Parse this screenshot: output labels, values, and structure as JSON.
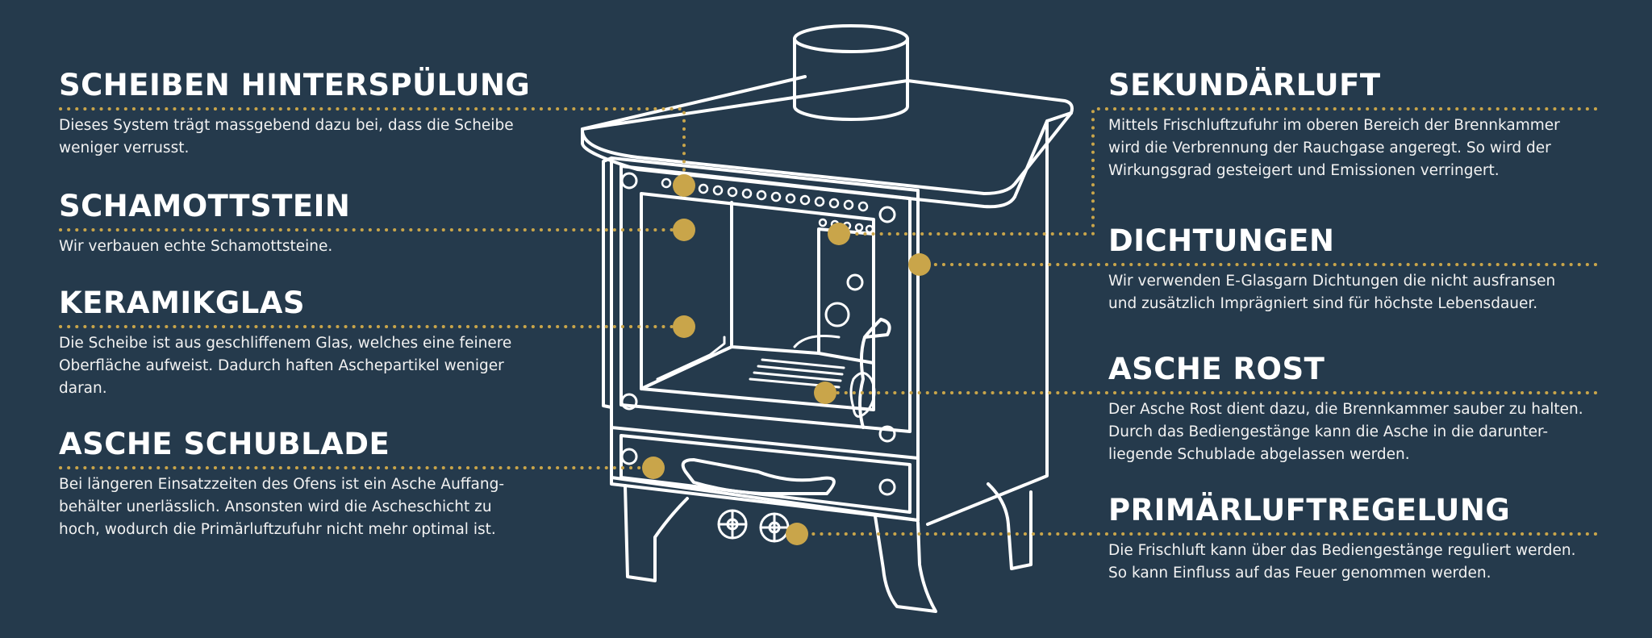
{
  "colors": {
    "background": "#253a4c",
    "line": "#ffffff",
    "accent": "#c9a54a"
  },
  "left_features": [
    {
      "title": "SCHEIBEN HINTERSPÜLUNG",
      "lines": [
        "Dieses System trägt massgebend dazu bei, dass die Scheibe",
        "weniger verrusst."
      ]
    },
    {
      "title": "SCHAMOTTSTEIN",
      "lines": [
        "Wir verbauen echte Schamottsteine."
      ]
    },
    {
      "title": "KERAMIKGLAS",
      "lines": [
        "Die Scheibe ist aus geschliffenem Glas, welches eine feinere",
        "Oberfläche aufweist. Dadurch haften Aschepartikel weniger",
        "daran."
      ]
    },
    {
      "title": "ASCHE SCHUBLADE",
      "lines": [
        "Bei längeren Einsatzzeiten des Ofens ist ein Asche Auffang-",
        "behälter unerlässlich. Ansonsten wird die Ascheschicht zu",
        "hoch, wodurch die Primärluftzufuhr nicht mehr optimal ist."
      ]
    }
  ],
  "right_features": [
    {
      "title": "SEKUNDÄRLUFT",
      "lines": [
        "Mittels Frischluftzufuhr im oberen Bereich der Brennkammer",
        "wird die Verbrennung der Rauchgase angeregt. So wird der",
        "Wirkungsgrad gesteigert und Emissionen verringert."
      ]
    },
    {
      "title": "DICHTUNGEN",
      "lines": [
        "Wir verwenden E-Glasgarn Dichtungen die nicht ausfransen",
        "und zusätzlich Imprägniert sind für höchste Lebensdauer."
      ]
    },
    {
      "title": "ASCHE ROST",
      "lines": [
        "Der Asche Rost dient dazu, die Brennkammer sauber zu halten.",
        "Durch das Bediengestänge kann die Asche in die darunter-",
        "liegende Schublade abgelassen werden."
      ]
    },
    {
      "title": "PRIMÄRLUFTREGELUNG",
      "lines": [
        "Die Frischluft kann über das Bediengestänge reguliert werden.",
        "So kann Einfluss auf das Feuer genommen werden."
      ]
    }
  ]
}
